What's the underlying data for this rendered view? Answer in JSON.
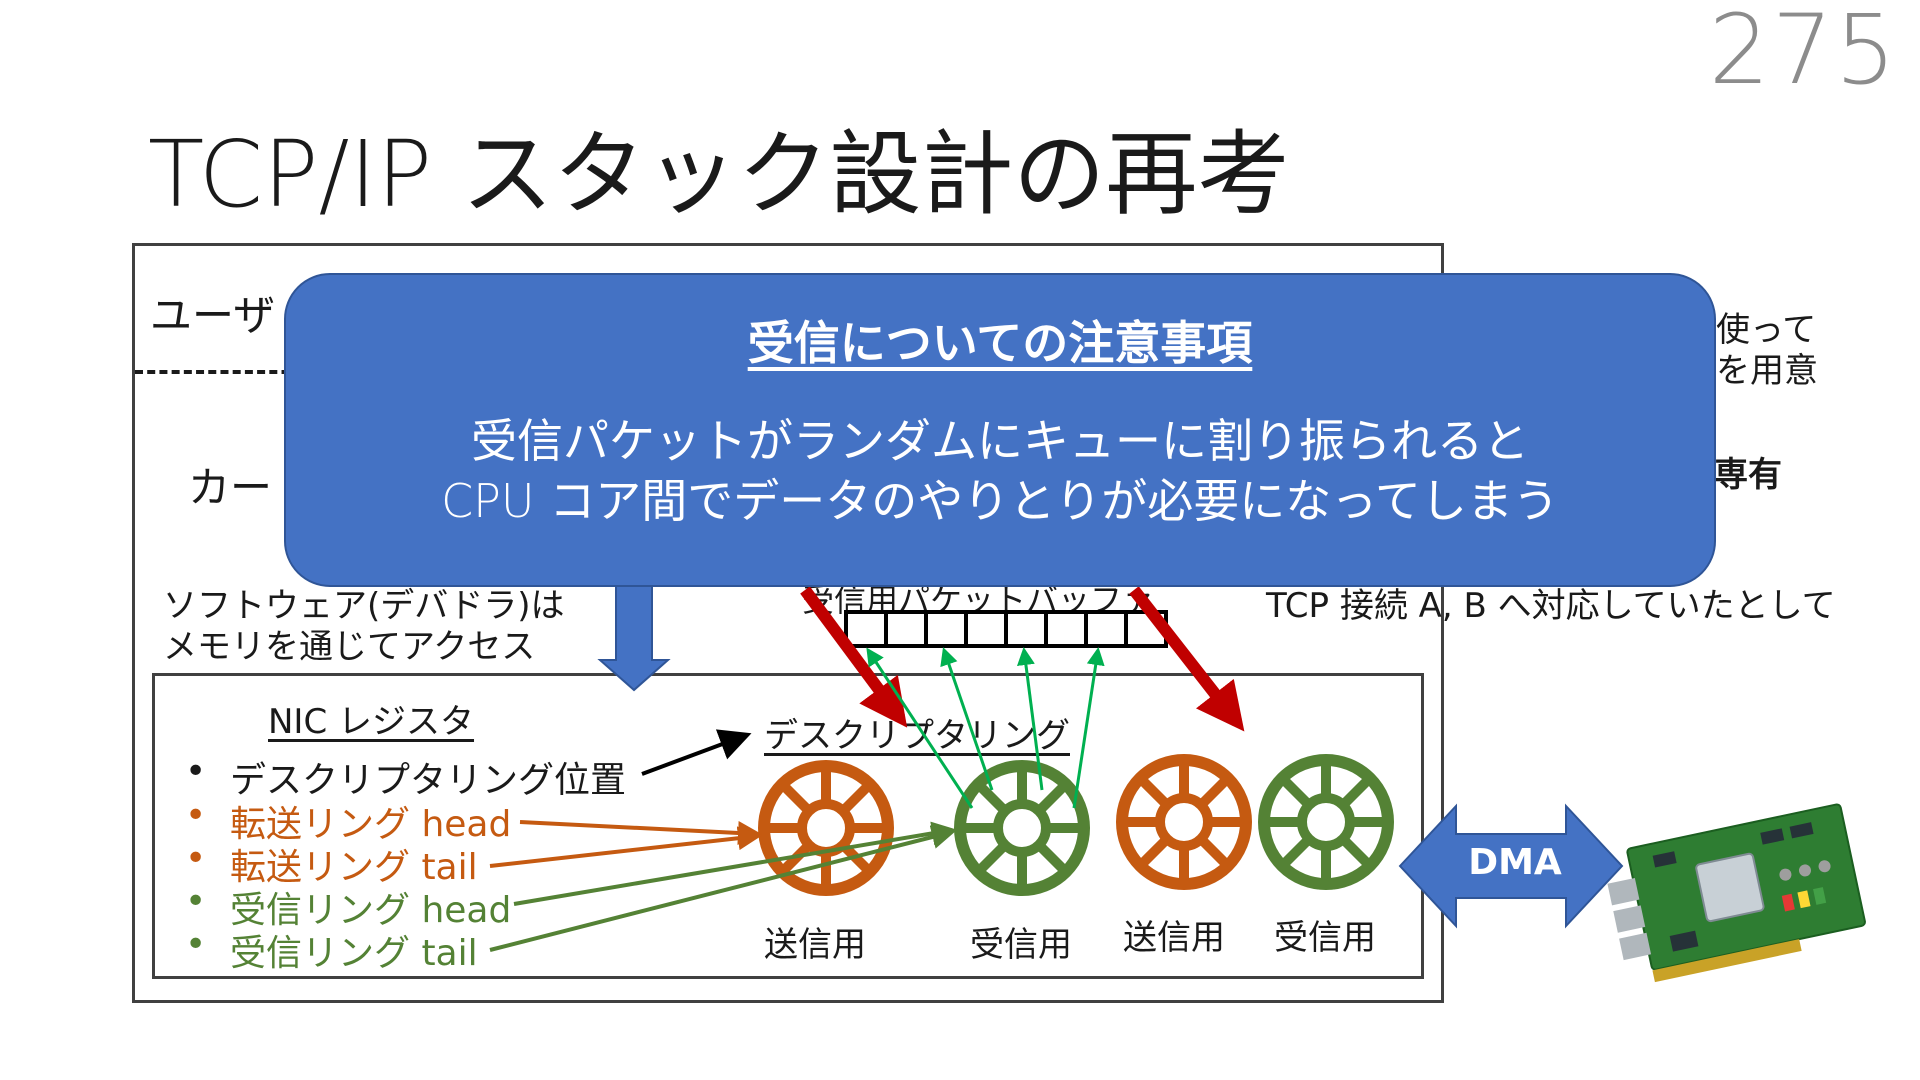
{
  "page_number": "275",
  "slide_title": "TCP/IP スタック設計の再考",
  "user_space_label": "ユーザ",
  "kernel_label": "カー",
  "right_partial": {
    "line1": "使って",
    "line2": "を用意",
    "line3": "専有",
    "line4": "TCP 接続 A, B へ対応していたとして"
  },
  "software_note": {
    "line1": "ソフトウェア(デバドラ)は",
    "line2": "メモリを通じてアクセス"
  },
  "packet_buffer_label": "受信用パケットバッファ",
  "nic_registers": {
    "title": "NIC レジスタ",
    "items": [
      {
        "label": "デスクリプタリング位置",
        "color": "#1a1a1a"
      },
      {
        "label": "転送リング head",
        "color": "#c55a11"
      },
      {
        "label": "転送リング tail",
        "color": "#c55a11"
      },
      {
        "label": "受信リング head",
        "color": "#548235"
      },
      {
        "label": "受信リング tail",
        "color": "#548235"
      }
    ]
  },
  "descriptor_ring_label": "デスクリプタリング",
  "rings": [
    {
      "label": "送信用",
      "color": "#c55a11"
    },
    {
      "label": "受信用",
      "color": "#548235"
    },
    {
      "label": "送信用",
      "color": "#c55a11"
    },
    {
      "label": "受信用",
      "color": "#548235"
    }
  ],
  "dma_label": "DMA",
  "callout": {
    "heading": "受信についての注意事項",
    "line1": "受信パケットがランダムにキューに割り振られると",
    "line2": "CPU コア間でデータのやりとりが必要になってしまう"
  },
  "colors": {
    "accent_blue": "#4472c4",
    "orange": "#c55a11",
    "green": "#548235",
    "red_arrow": "#c00000",
    "light_green_arrow": "#00b050",
    "nic_board": "#2e7d32"
  }
}
